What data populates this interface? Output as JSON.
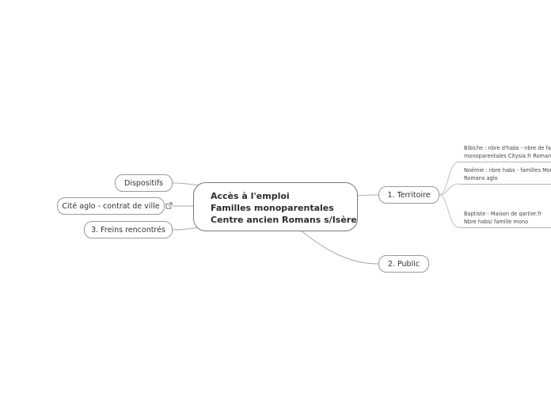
{
  "central": {
    "lines": [
      "Accès à l'emploi",
      "Familles monoparentales",
      "Centre ancien Romans s/Isère"
    ]
  },
  "left_topics": [
    {
      "label": "Dispositifs"
    },
    {
      "label": "Cité aglo - contrat de ville",
      "has_link": true
    },
    {
      "label": "3. Freins rencontrés"
    }
  ],
  "right_topics": [
    {
      "label": "1. Territoire",
      "children": [
        {
          "lines": [
            "Bibiche : nbre d'habs - nbre de familles",
            "monoparentales Citysia.fr Romans"
          ]
        },
        {
          "lines": [
            "Noémie : nbre habs - familles Mono",
            "Romans aglo"
          ]
        },
        {
          "lines": [
            "Baptiste - Maison de qartier.fr",
            "Nbre habs/ famille mono"
          ]
        }
      ]
    },
    {
      "label": "2. Public"
    }
  ],
  "colors": {
    "connector": "#aaaaaa",
    "border": "#9a9a9a",
    "text": "#333333"
  },
  "icons": {
    "link": "external-link-icon"
  }
}
